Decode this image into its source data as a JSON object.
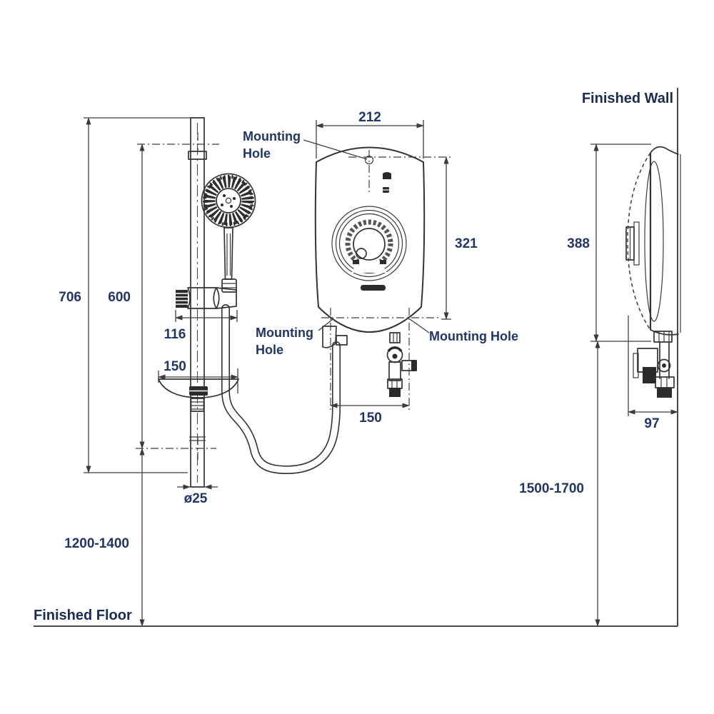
{
  "diagram": {
    "type": "technical-installation-drawing",
    "subject": "electric instant shower heater with slide rail hand shower - front and side mounting views",
    "units": "mm"
  },
  "labels": {
    "finished_wall": "Finished Wall",
    "finished_floor": "Finished Floor",
    "mounting_top": {
      "line1": "Mounting",
      "line2": "Hole"
    },
    "mounting_bottom_left": {
      "line1": "Mounting",
      "line2": "Hole"
    },
    "mounting_bottom_right": "Mounting Hole"
  },
  "dimensions": {
    "unit_width": "212",
    "unit_height": "321",
    "unit_side_height": "388",
    "unit_depth": "97",
    "rail_overall_length": "706",
    "rail_bracket_spacing": "600",
    "slider_width": "116",
    "soap_dish_width": "150",
    "bottom_hole_spacing": "150",
    "rail_diameter": "ø25",
    "rail_height_above_floor": "1200-1400",
    "unit_height_above_floor": "1500-1700"
  },
  "icons": {
    "heat_indicator": "heat-indicator-icon",
    "power_indicator": "power-indicator-icon",
    "brand_mark": "brand-logo-mark"
  },
  "colors": {
    "line": "#333333",
    "dimension_text": "#21356b",
    "background": "#ffffff"
  }
}
